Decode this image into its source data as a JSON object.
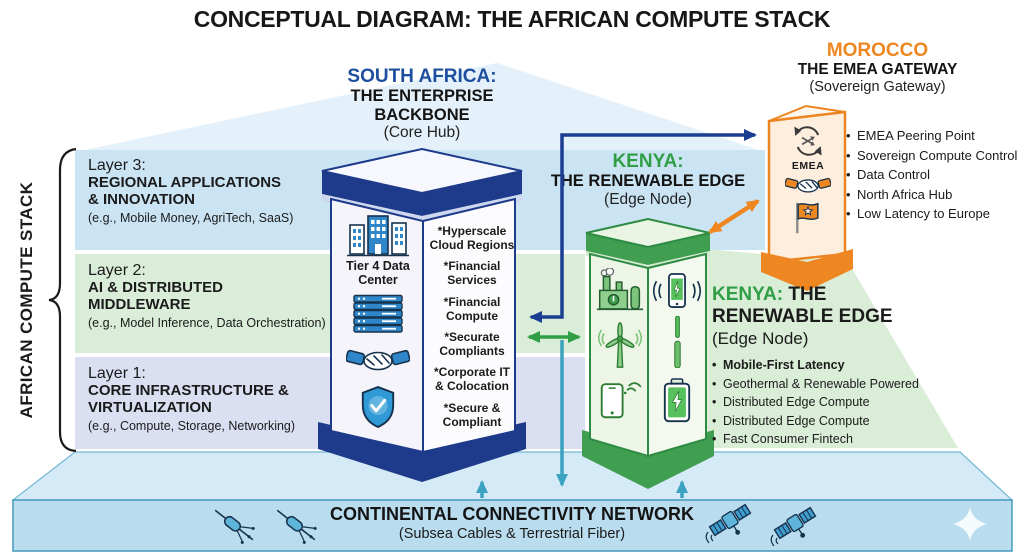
{
  "title": "CONCEPTUAL DIAGRAM: THE AFRICAN COMPUTE STACK",
  "stack": {
    "label": "AFRICAN COMPUTE STACK"
  },
  "layers": [
    {
      "name": "Layer 3:",
      "heading": "REGIONAL APPLICATIONS & INNOVATION",
      "examples": "(e.g., Mobile Money, AgriTech, SaaS)"
    },
    {
      "name": "Layer 2:",
      "heading": "AI & DISTRIBUTED MIDDLEWARE",
      "examples": "(e.g., Model Inference, Data Orchestration)"
    },
    {
      "name": "Layer 1:",
      "heading": "CORE INFRASTRUCTURE & VIRTUALIZATION",
      "examples": "(e.g., Compute, Storage, Networking)"
    }
  ],
  "south_africa": {
    "country": "SOUTH AFRICA:",
    "role": "THE ENTERPRISE BACKBONE",
    "node_type": "(Core Hub)",
    "data_center_label": "Tier 4 Data Center",
    "features": [
      "*Hyperscale Cloud Regions",
      "*Financial Services",
      "*Financial Compute",
      "*Securate Compliants",
      "*Corporate IT & Colocation",
      "*Secure & Compliant"
    ],
    "icons": [
      "data-center-building-icon",
      "server-rack-icon",
      "handshake-icon",
      "shield-check-icon"
    ]
  },
  "kenya": {
    "country": "KENYA:",
    "role": "THE RENEWABLE EDGE",
    "node_type": "(Edge Node)",
    "icons": [
      "geothermal-plant-icon",
      "wind-turbine-icon",
      "mobile-phone-signal-icon",
      "phone-charging-signal-icon",
      "antenna-pole-icon",
      "battery-charge-icon"
    ]
  },
  "kenya_panel": {
    "country": "KENYA:",
    "role": "THE RENEWABLE EDGE",
    "node_type": "(Edge Node)",
    "bullets": [
      {
        "text": "Mobile-First Latency",
        "class": "em"
      },
      {
        "text": "Geothermal & Renewable Powered"
      },
      {
        "text": "Distributed Edge Compute"
      },
      {
        "text": "Distributed Edge Compute"
      },
      {
        "text": "Fast Consumer Fintech"
      }
    ]
  },
  "morocco": {
    "country": "MOROCCO",
    "role": "THE EMEA GATEWAY",
    "node_type": "(Sovereign Gateway)",
    "emea_label": "EMEA",
    "bullets": [
      "EMEA Peering Point",
      "Sovereign Compute Control",
      "Data Control",
      "North Africa Hub",
      "Low Latency to Europe"
    ],
    "icons": [
      "exchange-arrows-icon",
      "emea-handshake-icon",
      "morocco-flag-icon"
    ]
  },
  "network": {
    "title": "CONTINENTAL CONNECTIVITY NETWORK",
    "subtitle": "(Subsea Cables & Terrestrial Fiber)",
    "icons": [
      "fiber-cable-icon",
      "fiber-cable-icon",
      "satellite-icon",
      "satellite-icon",
      "sparkle-icon"
    ]
  },
  "colors": {
    "sa_blue": "#1d4f9e",
    "navy": "#1e3a8a",
    "kenya_green": "#2f9e44",
    "morocco_orange": "#ee8722",
    "teal": "#3ba2c0",
    "layer3_bg": "#cbe4f4",
    "layer2_bg": "#d9edd9",
    "layer1_bg": "#dadff1",
    "platform_bg": "#b9dcee"
  }
}
